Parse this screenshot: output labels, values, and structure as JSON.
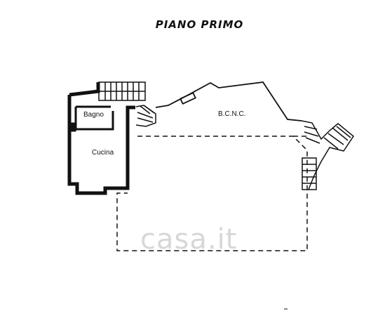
{
  "floor_title": "PIANO PRIMO",
  "rooms": {
    "bagno": "Bagno",
    "cucina": "Cucina",
    "bcnc": "B.C.N.C."
  },
  "watermark": "casa.it",
  "colors": {
    "line": "#111111",
    "background": "#ffffff",
    "watermark": "#b8b8b8"
  }
}
